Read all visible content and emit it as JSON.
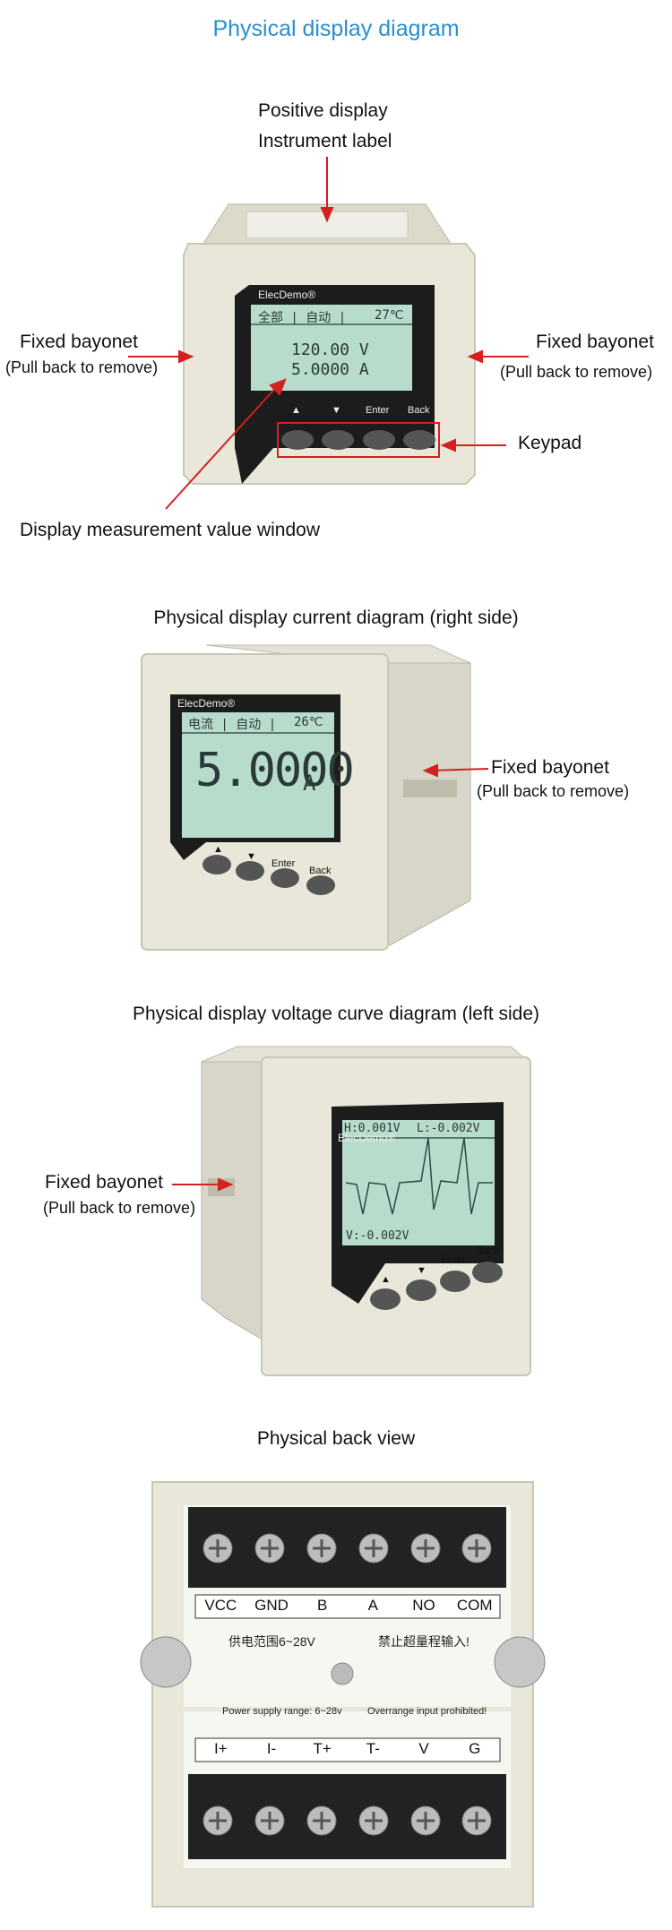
{
  "page_title": "Physical display diagram",
  "front": {
    "top_label_1": "Positive display",
    "top_label_2": "Instrument label",
    "left_bayonet": "Fixed bayonet",
    "left_bayonet_note": "(Pull back to remove)",
    "right_bayonet": "Fixed bayonet",
    "right_bayonet_note": "(Pull back to remove)",
    "keypad": "Keypad",
    "window": "Display measurement value window",
    "brand": "ElecDemo®",
    "lcd_mode": "全部 | 自动 |",
    "lcd_temp": "27℃",
    "lcd_line1": "120.00  V",
    "lcd_line2": "5.0000  A",
    "keys": [
      "▲",
      "▼",
      "Enter",
      "Back"
    ]
  },
  "right_view": {
    "title": "Physical display current diagram (right side)",
    "bayonet": "Fixed bayonet",
    "bayonet_note": "(Pull back to remove)",
    "brand": "ElecDemo®",
    "lcd_mode": "电流 | 自动 |",
    "lcd_temp": "26℃",
    "lcd_value": "5.0000",
    "lcd_unit": "A",
    "keys": [
      "▲",
      "▼",
      "Enter",
      "Back"
    ]
  },
  "left_view": {
    "title": "Physical display voltage curve diagram (left side)",
    "bayonet": "Fixed bayonet",
    "bayonet_note": "(Pull back to remove)",
    "brand": "ElecDemo®",
    "lcd_h": "H:0.001V",
    "lcd_l": "L:-0.002V",
    "lcd_v": "V:-0.002V",
    "keys": [
      "▲",
      "▼",
      "Enter",
      "Back"
    ]
  },
  "back_view": {
    "title": "Physical back view",
    "top_terminals": [
      "VCC",
      "GND",
      "B",
      "A",
      "NO",
      "COM"
    ],
    "cn_supply": "供电范围6~28V",
    "cn_warning": "禁止超量程输入!",
    "en_supply": "Power supply range: 6~28v",
    "en_warning": "Overrange input prohibited!",
    "bottom_terminals": [
      "I+",
      "I-",
      "T+",
      "T-",
      "V",
      "G"
    ]
  },
  "colors": {
    "title_blue": "#2a8fd0",
    "arrow_red": "#d42020",
    "lcd_green": "#b8dccc",
    "housing": "#e8e6d8"
  }
}
